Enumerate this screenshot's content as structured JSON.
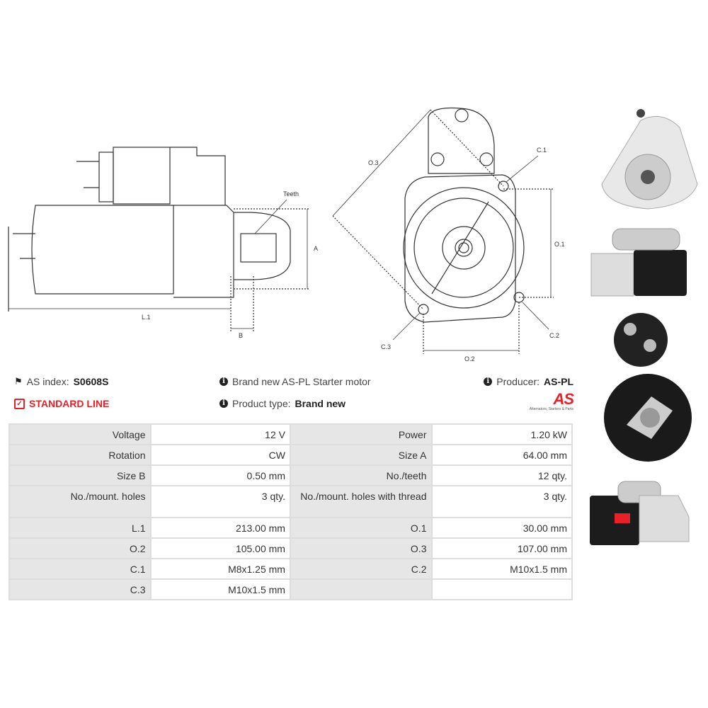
{
  "drawing_labels": {
    "side": {
      "teeth": "Teeth",
      "a": "A",
      "b": "B",
      "l1": "L.1"
    },
    "front": {
      "o3": "O.3",
      "c1": "C.1",
      "o1": "O.1",
      "c2": "C.2",
      "c3": "C.3",
      "o2": "O.2"
    }
  },
  "info": {
    "as_index_label": "AS index:",
    "as_index_value": "S0608S",
    "standard_line": "STANDARD LINE",
    "description": "Brand new AS-PL Starter motor",
    "product_type_label": "Product type:",
    "product_type_value": "Brand new",
    "producer_label": "Producer:",
    "producer_value": "AS-PL",
    "logo_text": "AS",
    "logo_tagline": "Alternators, Starters & Parts"
  },
  "colors": {
    "accent": "#e8202a",
    "key_bg": "#e6e6e6",
    "border": "#dddddd"
  },
  "specs": [
    [
      {
        "k": "Voltage",
        "v": "12 V"
      },
      {
        "k": "Power",
        "v": "1.20 kW"
      }
    ],
    [
      {
        "k": "Rotation",
        "v": "CW"
      },
      {
        "k": "Size A",
        "v": "64.00 mm"
      }
    ],
    [
      {
        "k": "Size B",
        "v": "0.50 mm"
      },
      {
        "k": "No./teeth",
        "v": "12 qty."
      }
    ],
    [
      {
        "k": "No./mount. holes",
        "v": "3 qty."
      },
      {
        "k": "No./mount. holes with thread",
        "v": "3 qty."
      }
    ],
    [
      {
        "k": "L.1",
        "v": "213.00 mm"
      },
      {
        "k": "O.1",
        "v": "30.00 mm"
      }
    ],
    [
      {
        "k": "O.2",
        "v": "105.00 mm"
      },
      {
        "k": "O.3",
        "v": "107.00 mm"
      }
    ],
    [
      {
        "k": "C.1",
        "v": "M8x1.25 mm"
      },
      {
        "k": "C.2",
        "v": "M10x1.5 mm"
      }
    ],
    [
      {
        "k": "C.3",
        "v": "M10x1.5 mm"
      },
      {
        "k": "",
        "v": ""
      }
    ]
  ]
}
